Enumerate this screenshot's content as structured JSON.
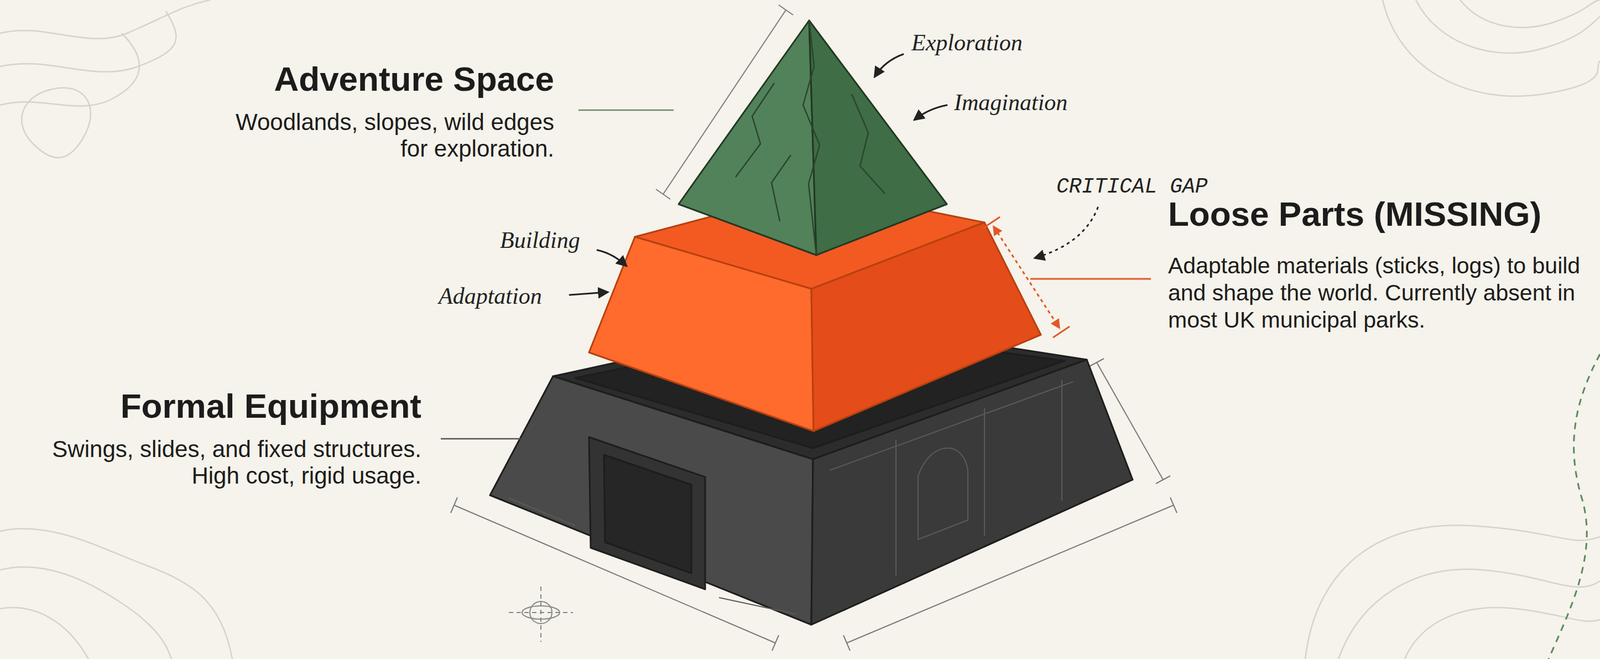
{
  "diagram": {
    "labels": [
      "Adventure Space",
      "Woodlands, slopes, wild edges for exploration.",
      "Exploration",
      "Imagination",
      "CRITICAL GAP",
      "Building",
      "Adaptation",
      "Loose Parts (MISSING)",
      "Adaptable materials (sticks, logs) to build and shape the world. Currently absent in most UK municipal parks.",
      "Formal Equipment",
      "Swings, slides, and fixed structures. High cost, rigid usage."
    ]
  }
}
